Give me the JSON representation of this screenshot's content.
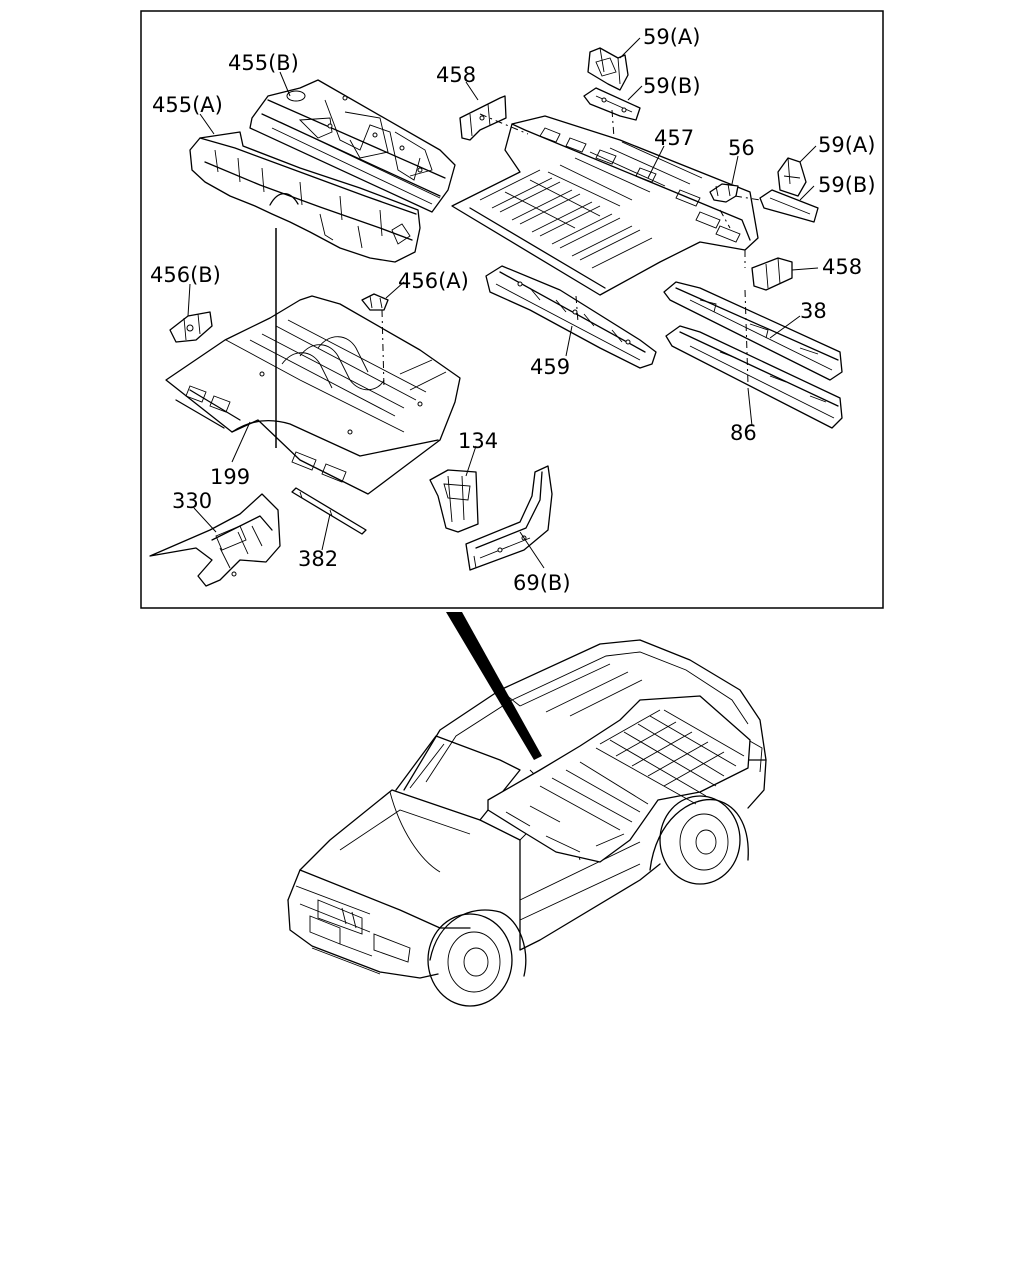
{
  "callouts": [
    {
      "id": "455b",
      "label": "455(B)"
    },
    {
      "id": "455a",
      "label": "455(A)"
    },
    {
      "id": "458-top",
      "label": "458"
    },
    {
      "id": "59a-top",
      "label": "59(A)"
    },
    {
      "id": "59b-top",
      "label": "59(B)"
    },
    {
      "id": "457",
      "label": "457"
    },
    {
      "id": "56",
      "label": "56"
    },
    {
      "id": "59a-right",
      "label": "59(A)"
    },
    {
      "id": "59b-right",
      "label": "59(B)"
    },
    {
      "id": "458-right",
      "label": "458"
    },
    {
      "id": "456b",
      "label": "456(B)"
    },
    {
      "id": "456a",
      "label": "456(A)"
    },
    {
      "id": "38",
      "label": "38"
    },
    {
      "id": "459",
      "label": "459"
    },
    {
      "id": "86",
      "label": "86"
    },
    {
      "id": "134",
      "label": "134"
    },
    {
      "id": "199",
      "label": "199"
    },
    {
      "id": "330",
      "label": "330"
    },
    {
      "id": "382",
      "label": "382"
    },
    {
      "id": "69b",
      "label": "69(B)"
    }
  ],
  "colors": {
    "line": "#000000",
    "background": "#ffffff"
  }
}
